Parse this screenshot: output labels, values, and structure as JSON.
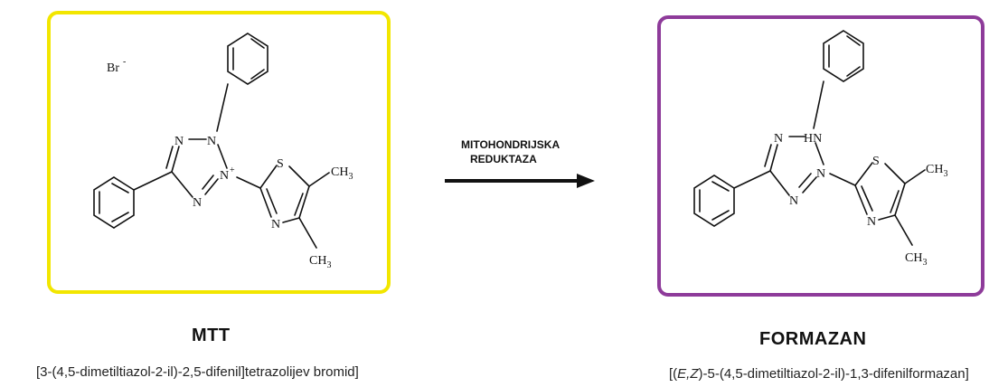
{
  "colors": {
    "mtt_border": "#f2e600",
    "formazan_border": "#8e3b9a",
    "arrow": "#111111"
  },
  "reaction": {
    "enzyme_line1": "MITOHONDRIJSKA",
    "enzyme_line2": "REDUKTAZA"
  },
  "mtt": {
    "name": "MTT",
    "iupac": "[3-(4,5-dimetiltiazol-2-il)-2,5-difenil]tetrazolijev bromid]",
    "counter_ion": "Br",
    "counter_ion_charge": "-",
    "atoms": {
      "n": "N",
      "n_plus": "N",
      "plus": "+",
      "s": "S",
      "ch": "CH",
      "three": "3"
    }
  },
  "formazan": {
    "name": "FORMAZAN",
    "iupac_pre": "[(",
    "iupac_stereo": "E,Z",
    "iupac_post": ")-5-(4,5-dimetiltiazol-2-il)-1,3-difenilformazan]",
    "atoms": {
      "n": "N",
      "hn": "HN",
      "s": "S",
      "ch": "CH",
      "three": "3"
    }
  }
}
